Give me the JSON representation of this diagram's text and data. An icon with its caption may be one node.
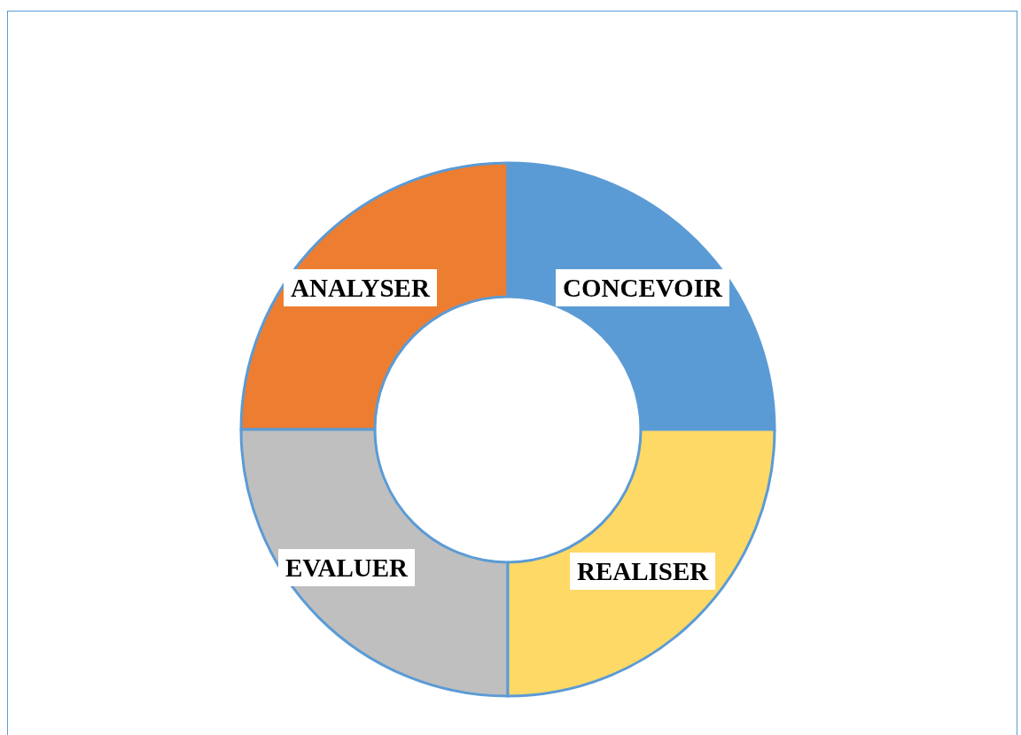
{
  "diagram": {
    "nodes": [
      {
        "text": [
          "ANALYSER"
        ]
      },
      {
        "text": [
          "CONCEVOIR"
        ]
      },
      {
        "text": [
          "EVALUER"
        ]
      },
      {
        "text": [
          "REALISER"
        ]
      }
    ]
  }
}
